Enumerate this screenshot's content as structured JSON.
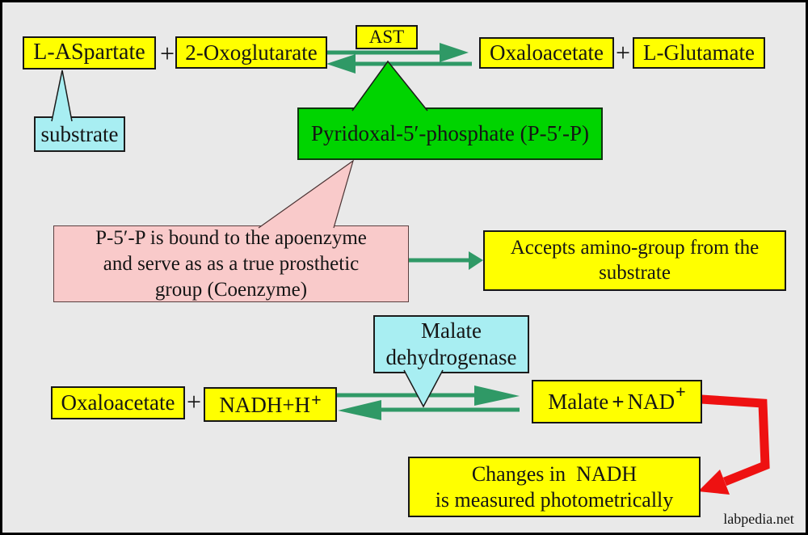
{
  "colors": {
    "yellow": "#ffff00",
    "bright_green": "#00d400",
    "cyan": "#a8eef2",
    "pink": "#f9caca",
    "arrow_green": "#2f9966",
    "red": "#ee1111",
    "background": "#e9e9e9"
  },
  "watermark": "labpedia.net",
  "reaction1": {
    "reactant1": "L-ASpartate",
    "plus_a": "+",
    "reactant2": "2-Oxoglutarate",
    "enzyme_label": "AST",
    "product1": "Oxaloacetate",
    "plus_b": "+",
    "product2": "L-Glutamate"
  },
  "substrate_callout": {
    "label": "substrate"
  },
  "coenzyme_box": {
    "label": "Pyridoxal-5′-phosphate (P-5′-P)"
  },
  "coenzyme_note": {
    "line1": "P-5′-P is bound to the apoenzyme",
    "line2": "and serve as as a true prosthetic",
    "line3": "group (Coenzyme)"
  },
  "accepts_box": {
    "line1": "Accepts amino-group from the",
    "line2": "substrate"
  },
  "mdh_callout": {
    "line1": "Malate",
    "line2": "dehydrogenase"
  },
  "reaction2": {
    "reactant1": "Oxaloacetate",
    "plus_a": "+",
    "reactant2_base": "NADH+H",
    "reactant2_sup": "+",
    "product_word1": "Malate",
    "product_plus": "+",
    "product_word2": "NAD",
    "product_sup": "+"
  },
  "photometry_box": {
    "line1": "Changes in  NADH",
    "line2": "is measured photometrically"
  }
}
